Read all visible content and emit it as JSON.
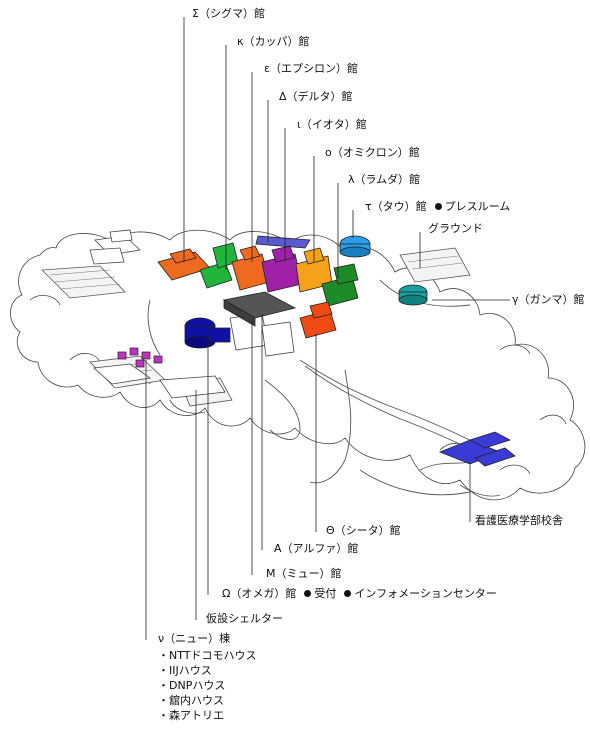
{
  "labels": {
    "sigma": "Σ（シグマ）館",
    "kappa": "κ（カッパ）館",
    "epsilon": "ε（エプシロン）館",
    "delta": "Δ（デルタ）館",
    "iota": "ι（イオタ）館",
    "omicron": "ο（オミクロン）館",
    "lambda": "λ（ラムダ）館",
    "tau": "τ（タウ）館",
    "press_room": "プレスルーム",
    "ground": "グラウンド",
    "gamma": "γ（ガンマ）館",
    "nursing": "看護医療学部校舎",
    "theta": "Θ（シータ）館",
    "alpha": "Α（アルファ）館",
    "mu": "Μ（ミュー）館",
    "omega": "Ω（オメガ）館",
    "reception": "受付",
    "info_center": "インフォメーションセンター",
    "shelter": "仮設シェルター",
    "nu": "ν（ニュー）棟",
    "nu_items": [
      "・NTTドコモハウス",
      "・IIJハウス",
      "・DNPハウス",
      "・舘内ハウス",
      "・森アトリエ"
    ]
  },
  "colors": {
    "sigma": "#ef6a1f",
    "kappa": "#22b53b",
    "epsilon": "#ef6a1f",
    "delta": "#5a5acf",
    "iota": "#a020a8",
    "omicron": "#f5a21a",
    "lambda": "#1f8a28",
    "tau": "#2a9ee8",
    "gamma": "#1aa0a0",
    "theta": "#f24a14",
    "alpha": "#555555",
    "omega": "#1010a8",
    "nu": "#c033c0",
    "nursing": "#3a3ad6"
  }
}
